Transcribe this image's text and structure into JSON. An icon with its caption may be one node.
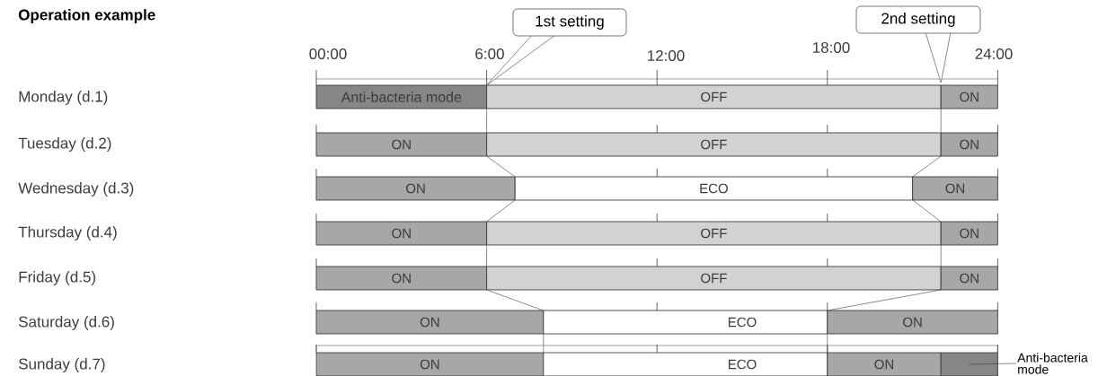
{
  "diagram": {
    "title": "Operation example",
    "nodes": [
      {
        "text": [
          "1st setting"
        ]
      },
      {
        "text": [
          "2nd setting"
        ]
      },
      {
        "text": [
          "Anti-bacteria mode"
        ]
      },
      {
        "text": [
          "OFF"
        ]
      },
      {
        "text": [
          "ON"
        ]
      },
      {
        "text": [
          "ON"
        ]
      },
      {
        "text": [
          "OFF"
        ]
      },
      {
        "text": [
          "ON"
        ]
      },
      {
        "text": [
          "ON"
        ]
      },
      {
        "text": [
          "ECO"
        ]
      },
      {
        "text": [
          "ON"
        ]
      },
      {
        "text": [
          "ON"
        ]
      },
      {
        "text": [
          "OFF"
        ]
      },
      {
        "text": [
          "ON"
        ]
      },
      {
        "text": [
          "ON"
        ]
      },
      {
        "text": [
          "OFF"
        ]
      },
      {
        "text": [
          "ON"
        ]
      },
      {
        "text": [
          "ON"
        ]
      },
      {
        "text": [
          "ECO"
        ]
      },
      {
        "text": [
          "ON"
        ]
      },
      {
        "text": [
          "ON"
        ]
      },
      {
        "text": [
          "ECO"
        ]
      },
      {
        "text": [
          "ON"
        ]
      },
      {
        "text": [],
        "shape": "bar"
      },
      {
        "text": [
          "Anti-bacteria mode"
        ]
      }
    ],
    "edges": [
      {
        "from": 2,
        "to": 5,
        "arrow": "none"
      },
      {
        "from": 4,
        "to": 7,
        "arrow": "none"
      },
      {
        "from": 5,
        "to": 8,
        "arrow": "none"
      },
      {
        "from": 7,
        "to": 10,
        "arrow": "none"
      },
      {
        "from": 8,
        "to": 11,
        "arrow": "none"
      },
      {
        "from": 10,
        "to": 13,
        "arrow": "none"
      },
      {
        "from": 11,
        "to": 14,
        "arrow": "none"
      },
      {
        "from": 13,
        "to": 16,
        "arrow": "none"
      },
      {
        "from": 14,
        "to": 17,
        "arrow": "none"
      },
      {
        "from": 16,
        "to": 19,
        "arrow": "none"
      },
      {
        "from": 17,
        "to": 20,
        "arrow": "none"
      },
      {
        "from": 19,
        "to": 22,
        "arrow": "none"
      },
      {
        "from": 24,
        "to": 23,
        "arrow": "none"
      }
    ],
    "labels": [
      "00:00",
      "6:00",
      "12:00",
      "18:00",
      "24:00",
      "Monday (d.1)",
      "Tuesday (d.2)",
      "Wednesday (d.3)",
      "Thursday (d.4)",
      "Friday (d.5)",
      "Saturday (d.6)",
      "Sunday (d.7)"
    ]
  }
}
